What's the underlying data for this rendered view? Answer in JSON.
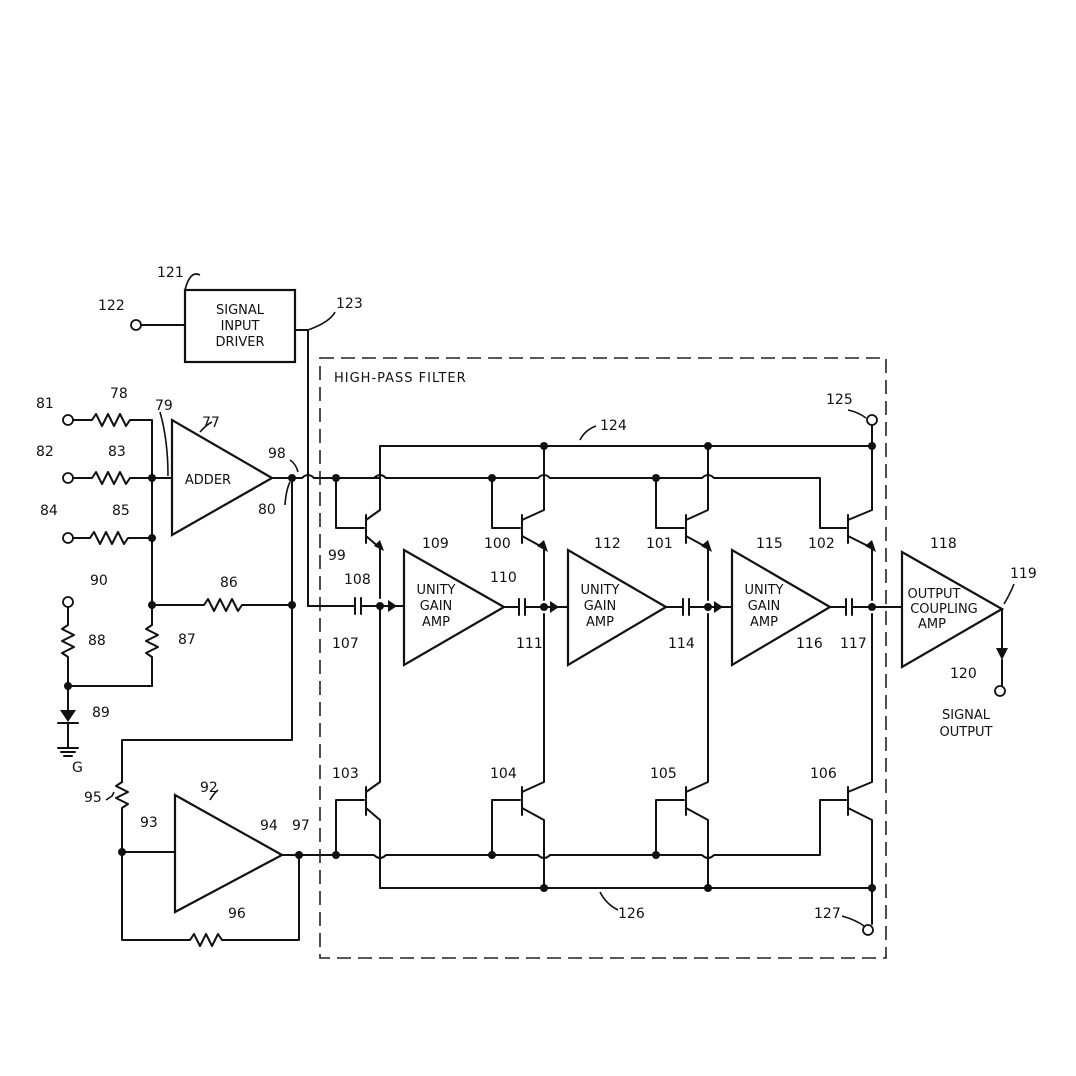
{
  "blocks": {
    "signal_input_driver": [
      "SIGNAL",
      "INPUT",
      "DRIVER"
    ],
    "adder": "ADDER",
    "unity_gain_amp": [
      "UNITY",
      "GAIN",
      "AMP"
    ],
    "output_coupling_amp": [
      "OUTPUT",
      "COUPLING",
      "AMP"
    ],
    "high_pass_filter": "HIGH-PASS FILTER",
    "signal_output": [
      "SIGNAL",
      "OUTPUT"
    ],
    "ground": "G"
  },
  "refs": {
    "r77": "77",
    "r78": "78",
    "r79": "79",
    "r80": "80",
    "r81": "81",
    "r82": "82",
    "r83": "83",
    "r84": "84",
    "r85": "85",
    "r86": "86",
    "r87": "87",
    "r88": "88",
    "r89": "89",
    "r90": "90",
    "r92": "92",
    "r93": "93",
    "r94": "94",
    "r95": "95",
    "r96": "96",
    "r97": "97",
    "r98": "98",
    "r99": "99",
    "r100": "100",
    "r101": "101",
    "r102": "102",
    "r103": "103",
    "r104": "104",
    "r105": "105",
    "r106": "106",
    "r107": "107",
    "r108": "108",
    "r109": "109",
    "r110": "110",
    "r111": "111",
    "r112": "112",
    "r114": "114",
    "r115": "115",
    "r116": "116",
    "r117": "117",
    "r118": "118",
    "r119": "119",
    "r120": "120",
    "r121": "121",
    "r122": "122",
    "r123": "123",
    "r124": "124",
    "r125": "125",
    "r126": "126",
    "r127": "127"
  }
}
